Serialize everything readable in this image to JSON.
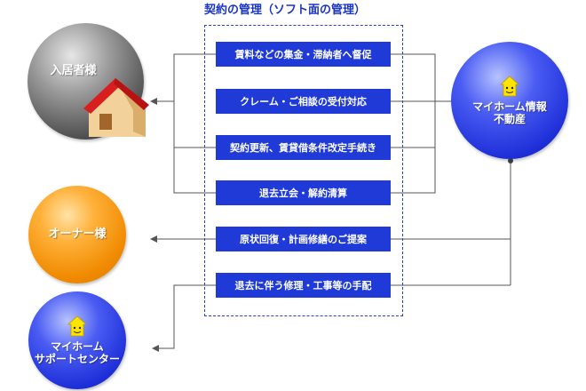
{
  "title": "契約の管理（ソフト面の管理）",
  "items": [
    "賃料などの集金・滞納者へ督促",
    "クレーム・ご相談の受付対応",
    "契約更新、賃貸借条件改定手続き",
    "退去立会・解約清算",
    "原状回復・計画修繕のご提案",
    "退去に伴う修理・工事等の手配"
  ],
  "nodes": {
    "tenant": "入居者様",
    "owner": "オーナー様",
    "support_line1": "マイホーム",
    "support_line2": "サポートセンター",
    "realty_line1": "マイホーム情報",
    "realty_line2": "不動産"
  },
  "colors": {
    "accent": "#1f3ad6",
    "line": "#555555",
    "tenant": "#5a5a5a",
    "owner": "#f39200",
    "company": "#1d2ed8"
  },
  "icons": [
    "house-icon",
    "mascot-icon"
  ]
}
